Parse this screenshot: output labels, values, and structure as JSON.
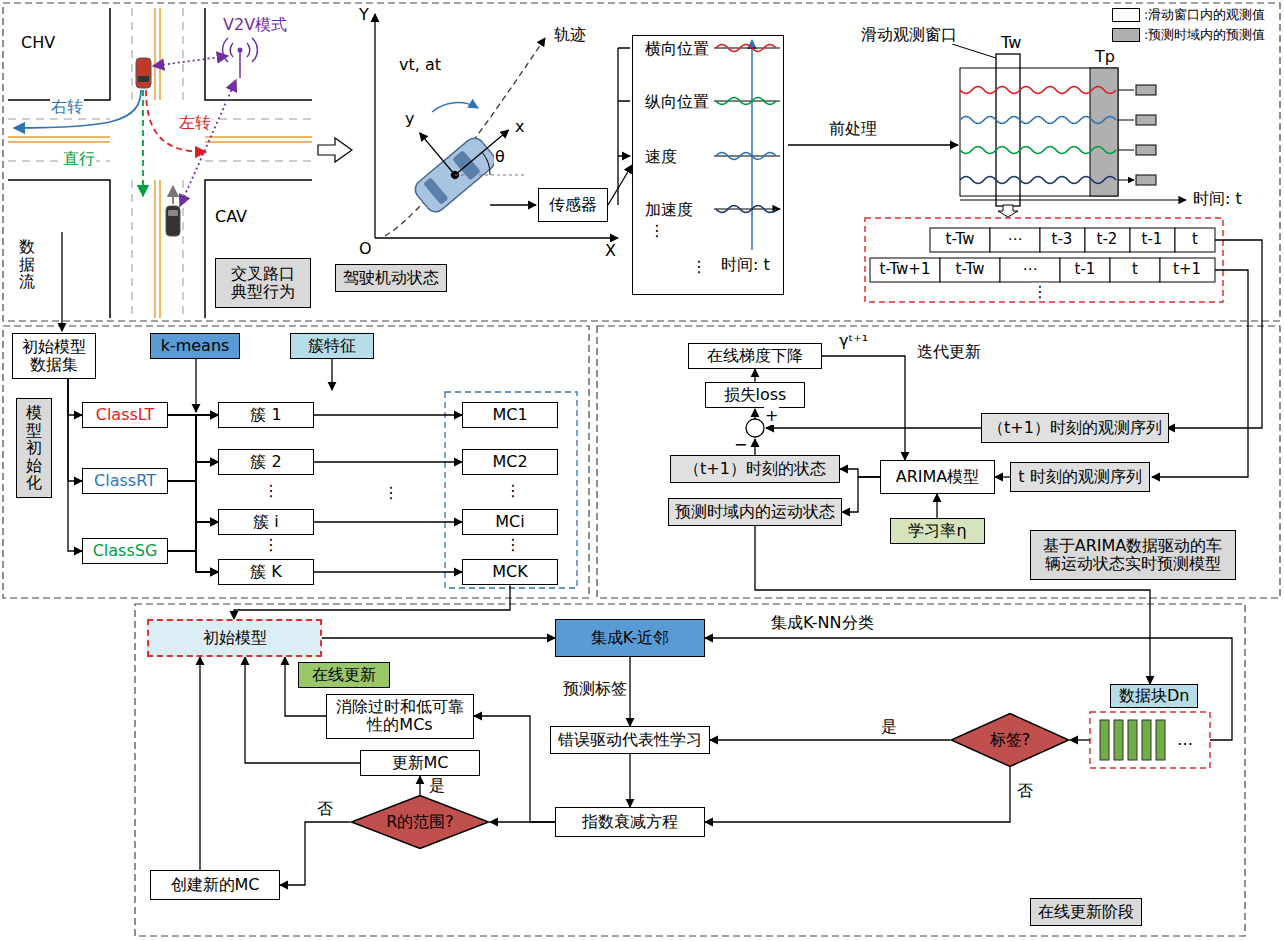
{
  "diagram": {
    "nodes": [
      {
        "text": [
          "交叉路口 典型行为"
        ]
      },
      {
        "text": [
          "驾驶机动状态"
        ]
      },
      {
        "text": [
          "传感器"
        ]
      },
      {
        "text": [
          "横向位置",
          "纵向位置",
          "速度",
          "加速度",
          "时间: t"
        ]
      },
      {
        "text": [
          "初始模型 数据集"
        ]
      },
      {
        "text": [
          "模型初始化"
        ]
      },
      {
        "text": [
          "k-means"
        ]
      },
      {
        "text": [
          "簇特征"
        ]
      },
      {
        "text": [
          "ClassLT"
        ]
      },
      {
        "text": [
          "ClassRT"
        ]
      },
      {
        "text": [
          "ClassSG"
        ]
      },
      {
        "text": [
          "簇 1"
        ]
      },
      {
        "text": [
          "簇 2"
        ]
      },
      {
        "text": [
          "簇 i"
        ]
      },
      {
        "text": [
          "簇 K"
        ]
      },
      {
        "text": [
          "MC1"
        ]
      },
      {
        "text": [
          "MC2"
        ]
      },
      {
        "text": [
          "MCi"
        ]
      },
      {
        "text": [
          "MCK"
        ]
      },
      {
        "text": [
          "在线梯度下降"
        ]
      },
      {
        "text": [
          "损失loss"
        ]
      },
      {
        "text": [
          "（t+1）时刻的观测序列"
        ]
      },
      {
        "text": [
          "（t+1）时刻的状态"
        ]
      },
      {
        "text": [
          "ARIMA模型"
        ]
      },
      {
        "text": [
          "t 时刻的观测序列"
        ]
      },
      {
        "text": [
          "预测时域内的运动状态"
        ]
      },
      {
        "text": [
          "学习率η"
        ]
      },
      {
        "text": [
          "基于ARIMA数据驱动的车 辆运动状态实时预测模型"
        ]
      },
      {
        "text": [
          "初始模型"
        ]
      },
      {
        "text": [
          "在线更新"
        ]
      },
      {
        "text": [
          "集成K-近邻"
        ]
      },
      {
        "text": [
          "数据块Dn"
        ]
      },
      {
        "text": [
          "标签?"
        ]
      },
      {
        "text": [
          "错误驱动代表性学习"
        ]
      },
      {
        "text": [
          "消除过时和低可靠 性的MCs"
        ]
      },
      {
        "text": [
          "更新MC"
        ]
      },
      {
        "text": [
          "R的范围?"
        ]
      },
      {
        "text": [
          "指数衰减方程"
        ]
      },
      {
        "text": [
          "创建新的MC"
        ]
      },
      {
        "text": [
          "在线更新阶段"
        ]
      }
    ],
    "edges": [
      {
        "from": 2,
        "to": 3,
        "arrow": "to"
      },
      {
        "from": 4,
        "to": 8,
        "arrow": "to"
      },
      {
        "from": 4,
        "to": 9,
        "arrow": "to"
      },
      {
        "from": 4,
        "to": 10,
        "arrow": "to"
      },
      {
        "from": 8,
        "to": 11,
        "arrow": "to"
      },
      {
        "from": 8,
        "to": 12,
        "arrow": "to"
      },
      {
        "from": 8,
        "to": 13,
        "arrow": "to"
      },
      {
        "from": 8,
        "to": 14,
        "arrow": "to"
      },
      {
        "from": 9,
        "to": 11,
        "arrow": "to"
      },
      {
        "from": 9,
        "to": 12,
        "arrow": "to"
      },
      {
        "from": 9,
        "to": 13,
        "arrow": "to"
      },
      {
        "from": 9,
        "to": 14,
        "arrow": "to"
      },
      {
        "from": 10,
        "to": 11,
        "arrow": "to"
      },
      {
        "from": 10,
        "to": 12,
        "arrow": "to"
      },
      {
        "from": 10,
        "to": 13,
        "arrow": "to"
      },
      {
        "from": 10,
        "to": 14,
        "arrow": "to"
      },
      {
        "from": 11,
        "to": 15,
        "arrow": "to"
      },
      {
        "from": 12,
        "to": 16,
        "arrow": "to"
      },
      {
        "from": 13,
        "to": 17,
        "arrow": "to"
      },
      {
        "from": 14,
        "to": 18,
        "arrow": "to"
      },
      {
        "from": 18,
        "to": 28,
        "arrow": "to"
      },
      {
        "from": 20,
        "to": 19,
        "arrow": "to"
      },
      {
        "from": 19,
        "to": 23,
        "arrow": "to"
      },
      {
        "from": 23,
        "to": 22,
        "arrow": "to"
      },
      {
        "from": 23,
        "to": 25,
        "arrow": "to"
      },
      {
        "from": 24,
        "to": 23,
        "arrow": "to"
      },
      {
        "from": 26,
        "to": 23,
        "arrow": "to"
      },
      {
        "from": 25,
        "to": 31,
        "arrow": "to"
      },
      {
        "from": 28,
        "to": 30,
        "arrow": "to"
      },
      {
        "from": 31,
        "to": 30,
        "arrow": "to"
      },
      {
        "from": 31,
        "to": 32,
        "arrow": "to"
      },
      {
        "from": 32,
        "to": 33,
        "arrow": "to"
      },
      {
        "from": 32,
        "to": 37,
        "arrow": "to"
      },
      {
        "from": 30,
        "to": 33,
        "arrow": "to"
      },
      {
        "from": 33,
        "to": 37,
        "arrow": "to"
      },
      {
        "from": 37,
        "to": 34,
        "arrow": "to"
      },
      {
        "from": 37,
        "to": 36,
        "arrow": "to"
      },
      {
        "from": 36,
        "to": 35,
        "arrow": "to"
      },
      {
        "from": 36,
        "to": 38,
        "arrow": "to"
      },
      {
        "from": 34,
        "to": 28,
        "arrow": "to"
      },
      {
        "from": 35,
        "to": 28,
        "arrow": "to"
      },
      {
        "from": 38,
        "to": 28,
        "arrow": "to"
      }
    ],
    "labels": [
      "CHV",
      "V2V模式",
      "右转",
      "左转",
      "直行",
      "CAV",
      "数据流",
      "Y",
      "vt, at",
      "轨迹",
      "θ",
      "y",
      "x",
      "O",
      "X",
      "⋮",
      "⋮",
      "前处理",
      "滑动观测窗口",
      "Tw",
      "Tp",
      "时间: t",
      "t-Tw",
      "⋯",
      "t-3",
      "t-2",
      "t-1",
      "t",
      "t-Tw+1",
      "t-Tw",
      "⋯",
      "t-1",
      "t",
      "t+1",
      "⋮",
      "⋮",
      "⋮",
      "⋮",
      "⋮",
      "⋮",
      "γᵗ⁺¹",
      "迭代更新",
      "+",
      "−",
      "预测标签",
      "集成K-NN分类",
      "是",
      "否",
      "是",
      "否",
      "…"
    ],
    "legend": [
      {
        "text": ":滑动窗口内的观测值",
        "color": "#ffffff"
      },
      {
        "text": ":预测时域内的预测值",
        "color": "#b0b0b0"
      }
    ]
  }
}
